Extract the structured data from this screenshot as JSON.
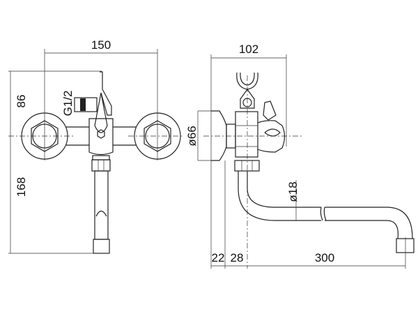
{
  "front_view": {
    "width_dim": "150",
    "upper_height_dim": "86",
    "lower_height_dim": "168",
    "thread_label": "G1/2"
  },
  "side_view": {
    "depth_dim": "102",
    "flange_dia_dim": "ø66",
    "spout_dia_dim": "ø18",
    "flange_thickness_dim": "22",
    "body_offset_dim": "28",
    "spout_reach_dim": "300"
  },
  "colors": {
    "line": "#222222",
    "background": "#ffffff"
  }
}
